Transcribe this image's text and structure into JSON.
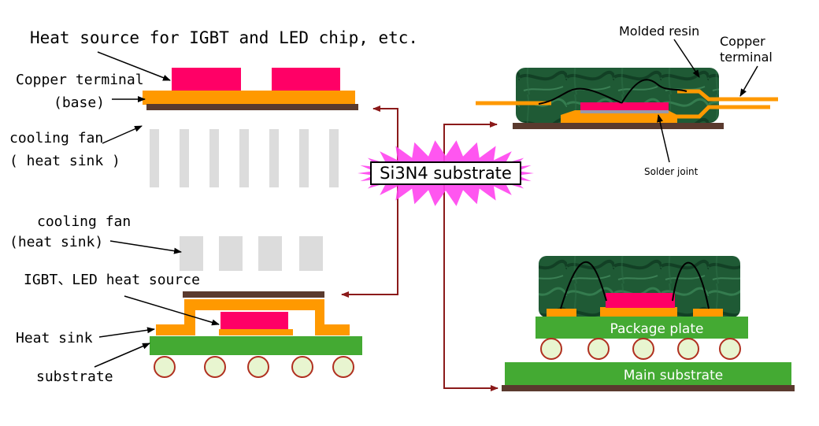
{
  "labels": {
    "heat_source": "Heat source for IGBT and LED chip, etc.",
    "copper_terminal_base_1": "Copper terminal",
    "copper_terminal_base_2": "(base)",
    "cooling_fan_top_1": "cooling fan",
    "cooling_fan_top_2": "( heat sink )",
    "cooling_fan_bottom_1": "cooling fan",
    "cooling_fan_bottom_2": "(heat sink)",
    "igbt_led": "IGBT、LED heat source",
    "heat_sink": "Heat sink",
    "substrate": "substrate",
    "center": "Si3N4 substrate",
    "molded_resin": "Molded resin",
    "copper_terminal_right_1": "Copper",
    "copper_terminal_right_2": "terminal",
    "solder_joint": "Solder joint",
    "package_plate": "Package plate",
    "main_substrate": "Main substrate"
  },
  "colors": {
    "chip": "#ff0066",
    "copper": "#ff9900",
    "substrate_dark": "#5a3a2e",
    "heatsink_fin": "#dcdcdc",
    "board_green": "#44aa33",
    "ball_fill": "#e8f5d0",
    "ball_stroke": "#b03020",
    "resin": "#1f5a35",
    "arrow": "#8b1a1a",
    "starburst": "#ff44ee"
  }
}
